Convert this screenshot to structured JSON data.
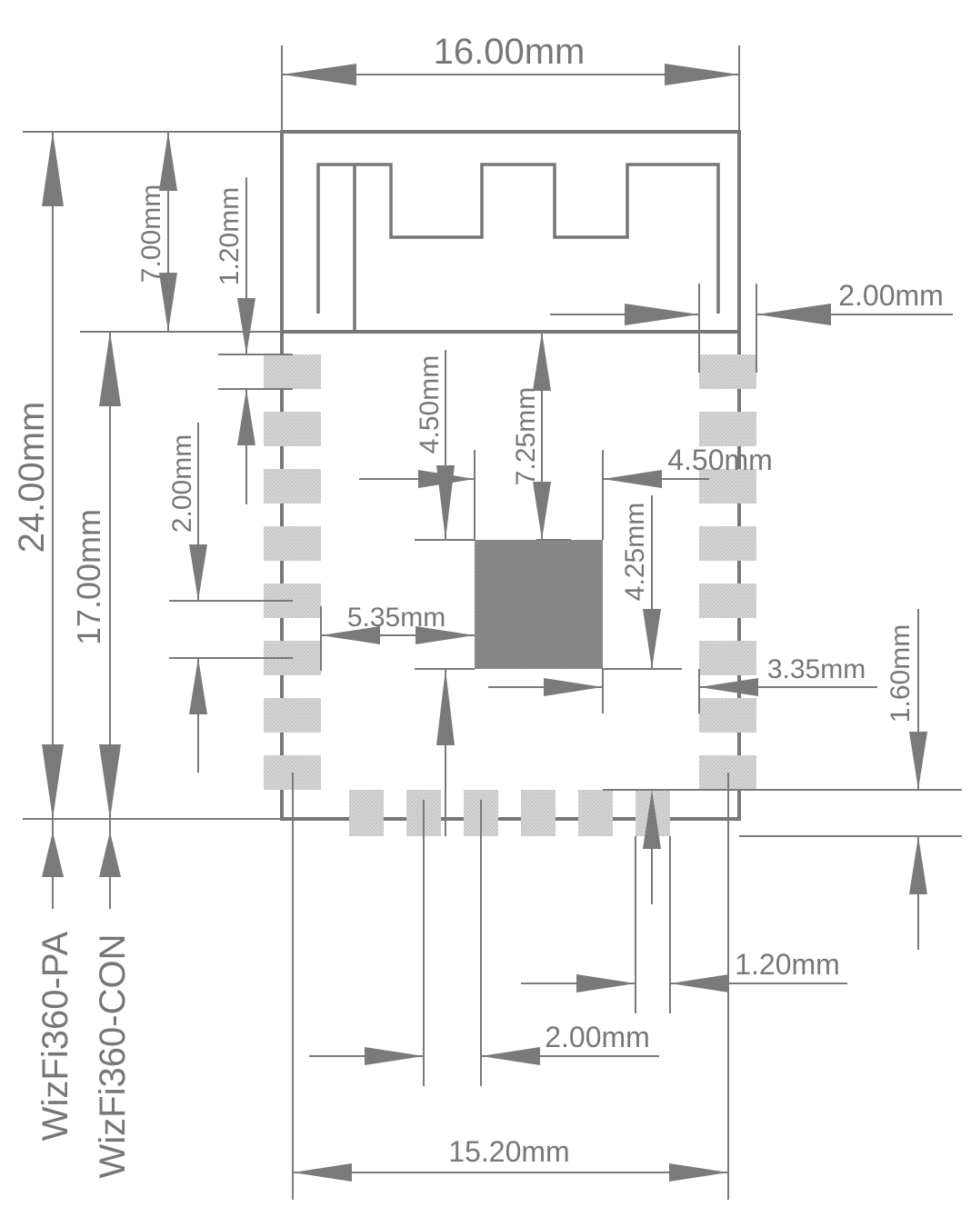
{
  "diagram": {
    "dimensions": {
      "width_top": "16.00mm",
      "height_total": "24.00mm",
      "height_body": "17.00mm",
      "antenna_height": "7.00mm",
      "pad_width_left": "1.20mm",
      "pad_pitch_left": "2.00mm",
      "center_to_epad_v": "4.50mm",
      "top_to_epad": "7.25mm",
      "epad_width": "4.50mm",
      "epad_height": "4.25mm",
      "left_to_epad": "5.35mm",
      "epad_to_right": "3.35mm",
      "right_pad_offset": "2.00mm",
      "bottom_pad_height": "1.60mm",
      "bottom_pad_width": "1.20mm",
      "bottom_pad_pitch": "2.00mm",
      "pad_span_bottom": "15.20mm"
    },
    "variants": {
      "pa": "WizFi360-PA",
      "con": "WizFi360-CON"
    },
    "colors": {
      "line": "#7a7a7a",
      "pad": "#c8c8c8",
      "epad": "#8c8c8c"
    }
  }
}
